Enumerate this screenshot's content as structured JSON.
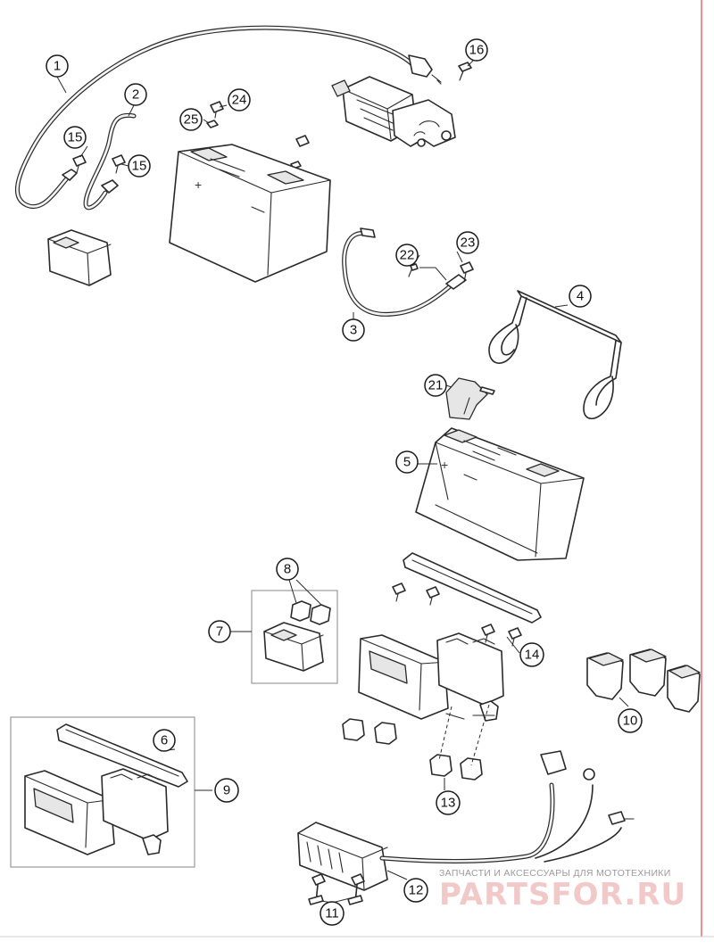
{
  "callouts": [
    "1",
    "2",
    "3",
    "4",
    "5",
    "6",
    "7",
    "8",
    "9",
    "10",
    "11",
    "12",
    "13",
    "14",
    "15",
    "15",
    "16",
    "21",
    "22",
    "23",
    "24",
    "25"
  ],
  "watermark": {
    "caption": "ЗАПЧАСТИ И АКСЕССУАРЫ ДЛЯ МОТОТЕХНИКИ",
    "logo": "PARTSFOR.RU"
  },
  "colors": {
    "line": "#2a2a2a",
    "watermark_logo": "#f2c9c9",
    "watermark_caption": "#9a9a9a",
    "rule": "#e06060"
  }
}
